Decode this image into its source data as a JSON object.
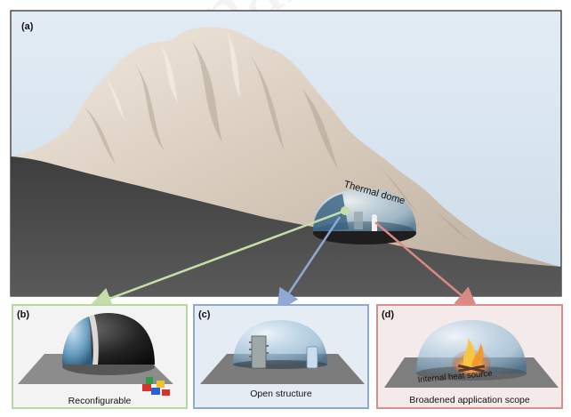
{
  "figure": {
    "panel_a": {
      "label": "(a)",
      "dome_label": "Thermal dome"
    },
    "panel_b": {
      "label": "(b)",
      "caption": "Reconfigurable"
    },
    "panel_c": {
      "label": "(c)",
      "caption": "Open structure"
    },
    "panel_d": {
      "label": "(d)",
      "caption": "Broadened application scope",
      "inner_label": "Internal heat source"
    },
    "watermark": "Journal Pre-proof"
  },
  "colors": {
    "panel_b_border": "#b9d7a0",
    "panel_c_border": "#8fa9cf",
    "panel_d_border": "#d98f8f",
    "arrow_b": "#c5dea9",
    "arrow_c": "#8fa9d4",
    "arrow_d": "#d98a85",
    "sky": "#dbe7f1",
    "ground": "#4f4f4f"
  }
}
